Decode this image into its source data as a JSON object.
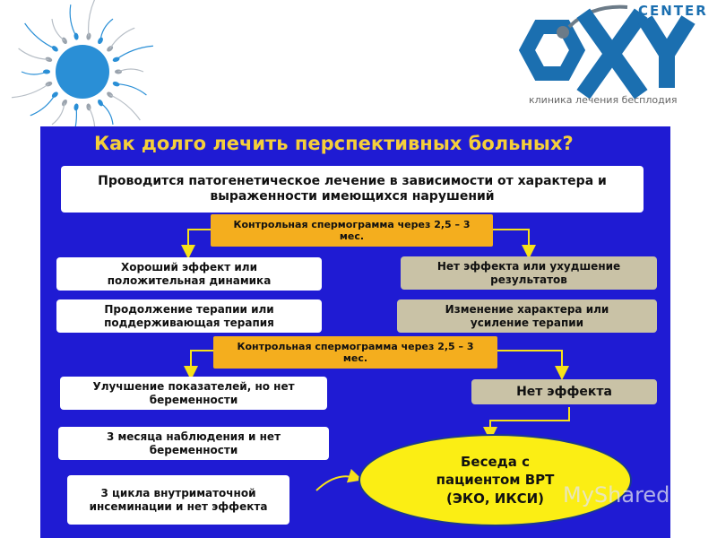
{
  "brand": {
    "name_small": "CENTER",
    "name_large": "OXY",
    "subtitle": "клиника лечения бесплодия",
    "colors": {
      "blue": "#1b6fb0",
      "gray": "#6c7b88",
      "sun": "#2a8fd6"
    }
  },
  "slide": {
    "title": "Как долго лечить перспективных больных?",
    "intro_box": "Проводится патогенетическое лечение в зависимости от характера и выраженности имеющихся нарушений",
    "control_1": "Контрольная спермограмма через 2,5 – 3 мес.",
    "left": {
      "good_effect": "Хороший эффект или положительная динамика",
      "continue_therapy": "Продолжение терапии или поддерживающая терапия",
      "improvement": "Улучшение показателей, но нет беременности",
      "three_months": "3 месяца наблюдения и нет беременности",
      "three_cycles": "3 цикла внутриматочной инсеминации и нет эффекта"
    },
    "right": {
      "no_effect_worse": "Нет эффекта или ухудшение результатов",
      "change_therapy": "Изменение характера или усиление терапии",
      "no_effect": "Нет эффекта"
    },
    "control_2": "Контрольная спермограмма через 2,5 – 3 мес.",
    "conversation": "Беседа с пациентом ВРТ (ЭКО, ИКСИ)",
    "colors": {
      "background": "#1f1bd3",
      "title": "#f5cf3a",
      "orange": "#f4ae1e",
      "tan": "#c9c2a6",
      "oval": "#fbee14",
      "arrow": "#f7e21a"
    }
  },
  "watermark": "MyShared",
  "icons": [
    "sun-logo-icon",
    "oxy-logo-icon",
    "arrow-icon",
    "watermark-icon"
  ]
}
